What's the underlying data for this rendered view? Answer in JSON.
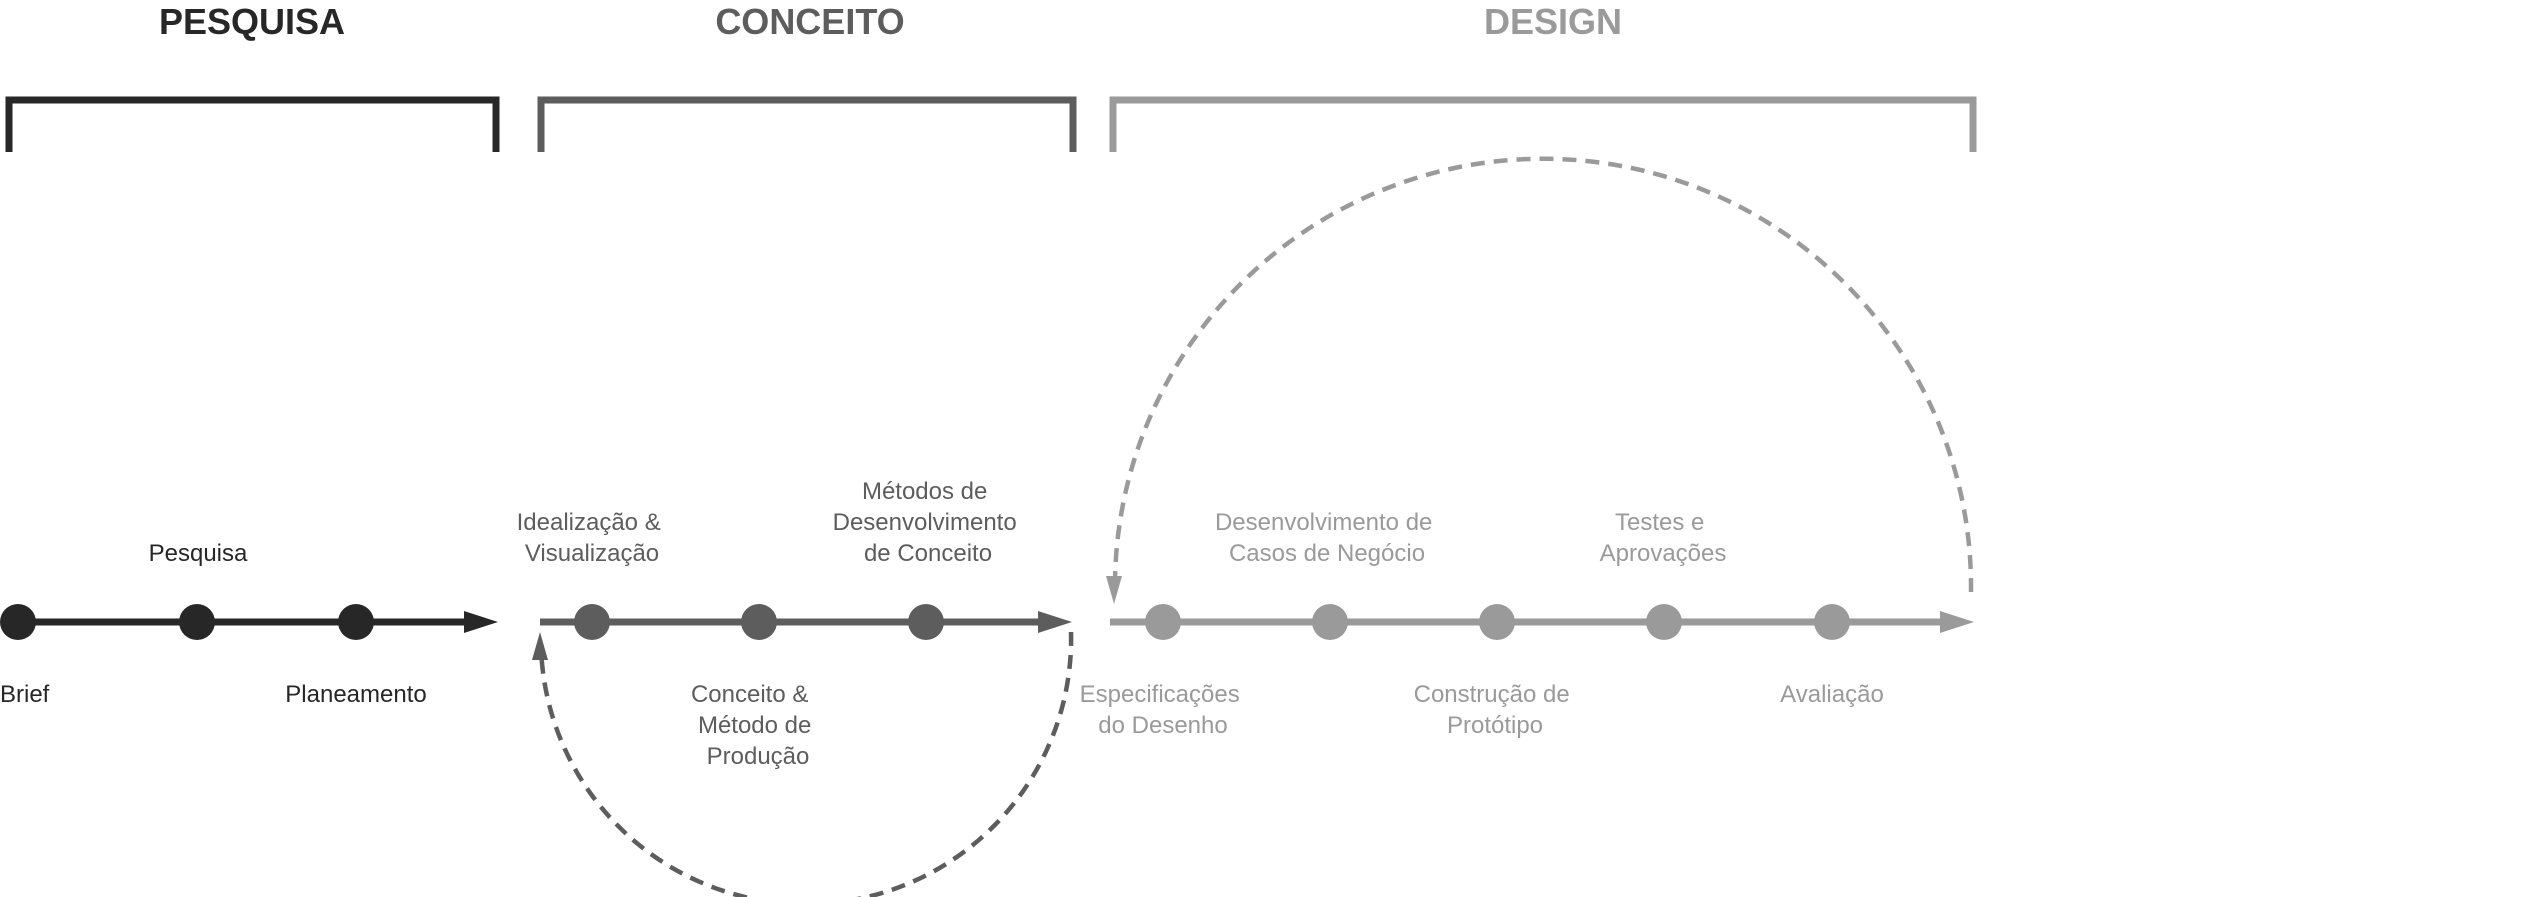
{
  "colors": {
    "pesquisa": "#272727",
    "conceito": "#5d5d5d",
    "design": "#9a9a9a"
  },
  "phases": [
    {
      "key": "pesquisa",
      "title": "PESQUISA",
      "labels": {
        "brief": "Brief",
        "pesquisa": "Pesquisa",
        "planeamento": "Planeamento"
      }
    },
    {
      "key": "conceito",
      "title": "CONCEITO",
      "labels": {
        "idealizacao": [
          "Idealização &",
          "Visualização"
        ],
        "conceito_metodo": [
          "Conceito &",
          "Método de",
          "Produção"
        ],
        "metodos": [
          "Métodos de",
          "Desenvolvimento",
          "de Conceito"
        ]
      }
    },
    {
      "key": "design",
      "title": "DESIGN",
      "labels": {
        "especificacoes": [
          "Especificações",
          "do Desenho"
        ],
        "casos": [
          "Desenvolvimento de",
          "Casos de Negócio"
        ],
        "prototipo": [
          "Construção de",
          "Protótipo"
        ],
        "testes": [
          "Testes e",
          "Aprovações"
        ],
        "avaliacao": "Avaliação"
      }
    }
  ]
}
